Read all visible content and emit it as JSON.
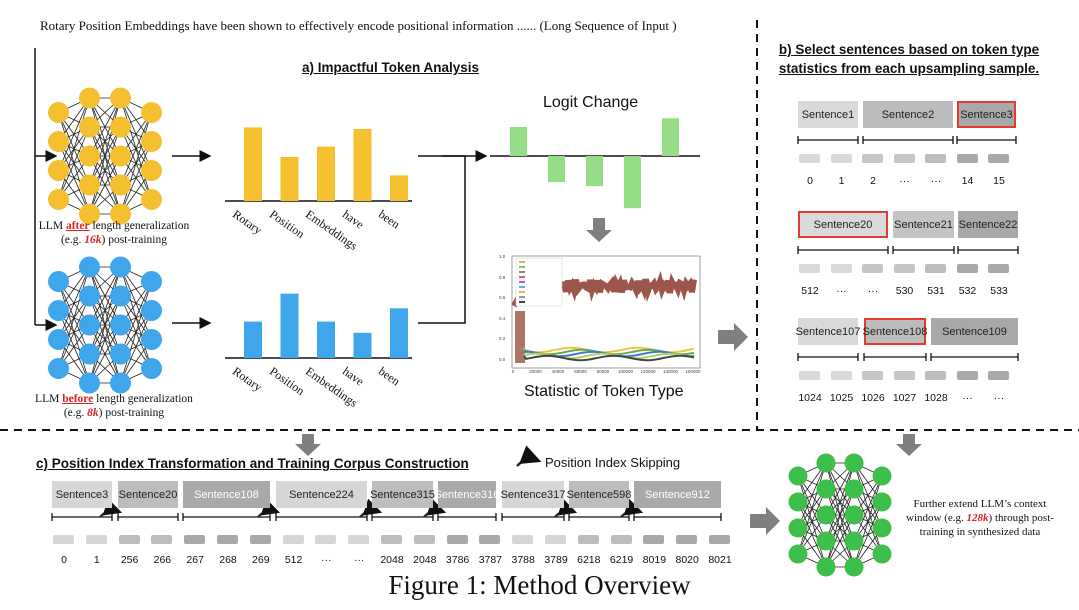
{
  "intro_text": "Rotary Position Embeddings have been shown to effectively encode positional information ...... (Long Sequence of Input )",
  "section_a": {
    "title": "a) Impactful Token Analysis",
    "categories": [
      "Rotary",
      "Position",
      "Embeddings",
      "have",
      "been"
    ],
    "after_values": [
      0.92,
      0.55,
      0.68,
      0.9,
      0.32
    ],
    "before_values": [
      0.52,
      0.92,
      0.52,
      0.36,
      0.71
    ],
    "after_caption": {
      "prefix": "LLM ",
      "emph": "after",
      "suffix": " length generalization",
      "line2_prefix": "(e.g. ",
      "line2_emph": "16k",
      "line2_suffix": ") post-training"
    },
    "before_caption": {
      "prefix": "LLM ",
      "emph": "before",
      "suffix": " length generalization",
      "line2_prefix": "(e.g. ",
      "line2_emph": "8k",
      "line2_suffix": ") post-training"
    },
    "logit_title": "Logit Change",
    "logit_values": [
      0.5,
      -0.45,
      -0.52,
      -0.9,
      0.65
    ],
    "stat_title": "Statistic of Token Type",
    "stat_axis_x": [
      "0",
      "20000",
      "40000",
      "60000",
      "80000",
      "100000",
      "120000",
      "140000",
      "160000"
    ],
    "stat_axis_y": [
      "1.0",
      "0.8",
      "0.6",
      "0.4",
      "0.2",
      "0.0"
    ]
  },
  "section_b": {
    "title_line1": "b) Select sentences based on token type",
    "title_line2": "statistics from each upsampling sample.",
    "rows": [
      {
        "sentences": [
          "Sentence1",
          "Sentence2",
          "Sentence3"
        ],
        "numbers": [
          "0",
          "1",
          "2",
          "···",
          "···",
          "14",
          "15"
        ]
      },
      {
        "sentences": [
          "Sentence20",
          "Sentence21",
          "Sentence22"
        ],
        "numbers": [
          "512",
          "···",
          "···",
          "530",
          "531",
          "532",
          "533"
        ]
      },
      {
        "sentences": [
          "Sentence107",
          "Sentence108",
          "Sentence109"
        ],
        "numbers": [
          "1024",
          "1025",
          "1026",
          "1027",
          "1028",
          "···",
          "···"
        ]
      }
    ]
  },
  "section_c": {
    "title": "c) Position Index Transformation and Training Corpus Construction",
    "legend": "Position Index Skipping",
    "sentences": [
      "Sentence3",
      "Sentence20",
      "Sentence108",
      "Sentence224",
      "Sentence315",
      "Sentence316",
      "Sentence317",
      "Sentence598",
      "Sentence912"
    ],
    "numbers": [
      "0",
      "1",
      "256",
      "266",
      "267",
      "268",
      "269",
      "512",
      "···",
      "···",
      "2048",
      "2048",
      "3786",
      "3787",
      "3788",
      "3789",
      "6218",
      "6219",
      "8019",
      "8020",
      "8021"
    ]
  },
  "final_caption": {
    "line1": "Further extend LLM’s context",
    "line2_prefix": "window (e.g. ",
    "line2_emph": "128k",
    "line2_suffix": ") through post-",
    "line3": "training in synthesized data"
  },
  "figure_caption": "Figure 1: Method Overview",
  "colors": {
    "after": "#f5c02f",
    "before": "#40a6ec",
    "logit": "#95dd86",
    "final": "#3dbf4a",
    "highlight": "#e53a32",
    "arrow_gray": "#7f7f7f"
  }
}
